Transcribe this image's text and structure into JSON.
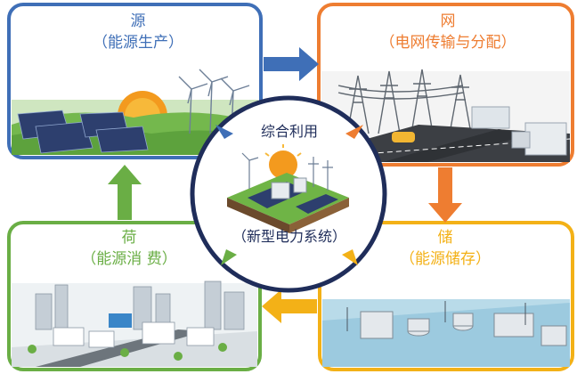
{
  "panels": {
    "source": {
      "title": "源",
      "subtitle": "（能源生产）",
      "color": "#3f6fb7"
    },
    "grid": {
      "title": "网",
      "subtitle": "（电网传输与分配）",
      "color": "#ee7d31"
    },
    "load": {
      "title": "荷",
      "subtitle": "（能源消 费）",
      "color": "#6aae45"
    },
    "storage": {
      "title": "储",
      "subtitle": "（能源储存）",
      "color": "#f3b117"
    }
  },
  "center": {
    "top_text": "综合利用",
    "bottom_text": "（新型电力系统）",
    "ring_color": "#1f2d5a"
  }
}
